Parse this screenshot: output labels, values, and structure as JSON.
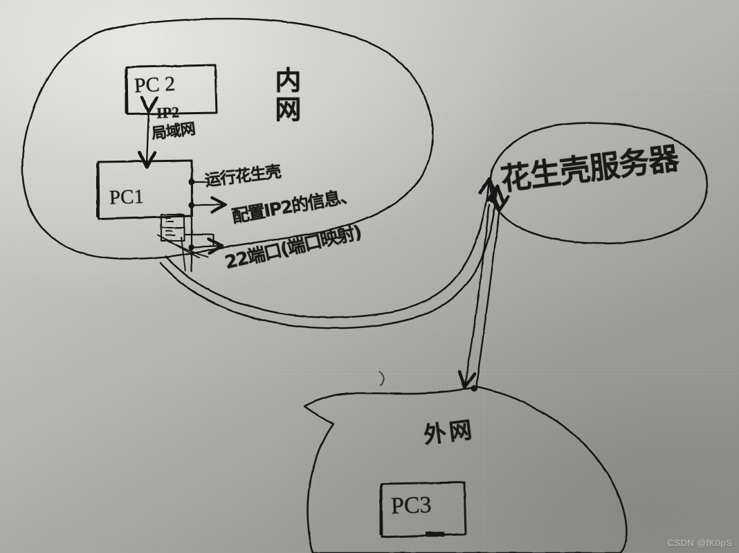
{
  "image": {
    "kind": "hand-drawn-network-diagram-photo",
    "surface": "paper",
    "ink_color": "#191917",
    "paper_color_light": "#dcdcd8",
    "paper_color_dark": "#8e8e8a"
  },
  "internal_network": {
    "label": "内网",
    "nodes": [
      {
        "id": "pc2",
        "label": "PC 2",
        "ip_label": "IP2"
      },
      {
        "id": "pc1",
        "label": "PC1"
      }
    ],
    "link_label": "局域网",
    "annotations": [
      {
        "id": "run-oray",
        "text": "运行花生壳"
      },
      {
        "id": "configure-ip2",
        "text": "配置IP2的信息、"
      },
      {
        "id": "port-mapping",
        "text": "22端口(端口映射)"
      }
    ]
  },
  "server": {
    "label": "花生壳服务器"
  },
  "external_network": {
    "label": "外网",
    "nodes": [
      {
        "id": "pc3",
        "label": "PC3"
      }
    ]
  },
  "watermark": {
    "text": "CSDN @fK0pS"
  }
}
